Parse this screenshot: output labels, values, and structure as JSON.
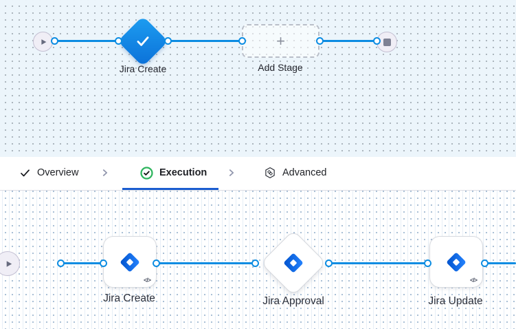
{
  "stage_canvas": {
    "start_node": {
      "icon": "play-icon"
    },
    "stages": [
      {
        "label": "Jira Create",
        "state": "selected",
        "icon": "check-icon"
      },
      {
        "label": "Add Stage",
        "plus_glyph": "+",
        "state": "placeholder"
      }
    ],
    "end_node": {
      "icon": "stop-icon"
    }
  },
  "tab_bar": {
    "tabs": [
      {
        "label": "Overview",
        "icon": "check-icon",
        "state": "completed"
      },
      {
        "label": "Execution",
        "icon": "check-circle-icon",
        "state": "active"
      },
      {
        "label": "Advanced",
        "icon": "cube-icon",
        "state": "default"
      }
    ],
    "separator_icon": "chevron-right-icon"
  },
  "execution_canvas": {
    "start_node": {
      "icon": "play-icon"
    },
    "steps": [
      {
        "label": "Jira Create",
        "shape": "card",
        "icon": "jira-logo",
        "badge": "</>"
      },
      {
        "label": "Jira Approval",
        "shape": "diamond",
        "icon": "jira-logo"
      },
      {
        "label": "Jira Update",
        "shape": "card",
        "icon": "jira-logo",
        "badge": "</>"
      }
    ]
  },
  "colors": {
    "connector_blue": "#0b8ce2",
    "active_tab_underline": "#1b5dd0",
    "success_green": "#2fb55e",
    "selected_stage_gradient_top": "#1d9ef1",
    "selected_stage_gradient_bottom": "#0b70d8",
    "jira_gradient_start": "#0052CC",
    "jira_gradient_end": "#2684FF",
    "canvas_top_bg": "#ecf5fb",
    "canvas_bottom_bg": "#ffffff"
  }
}
